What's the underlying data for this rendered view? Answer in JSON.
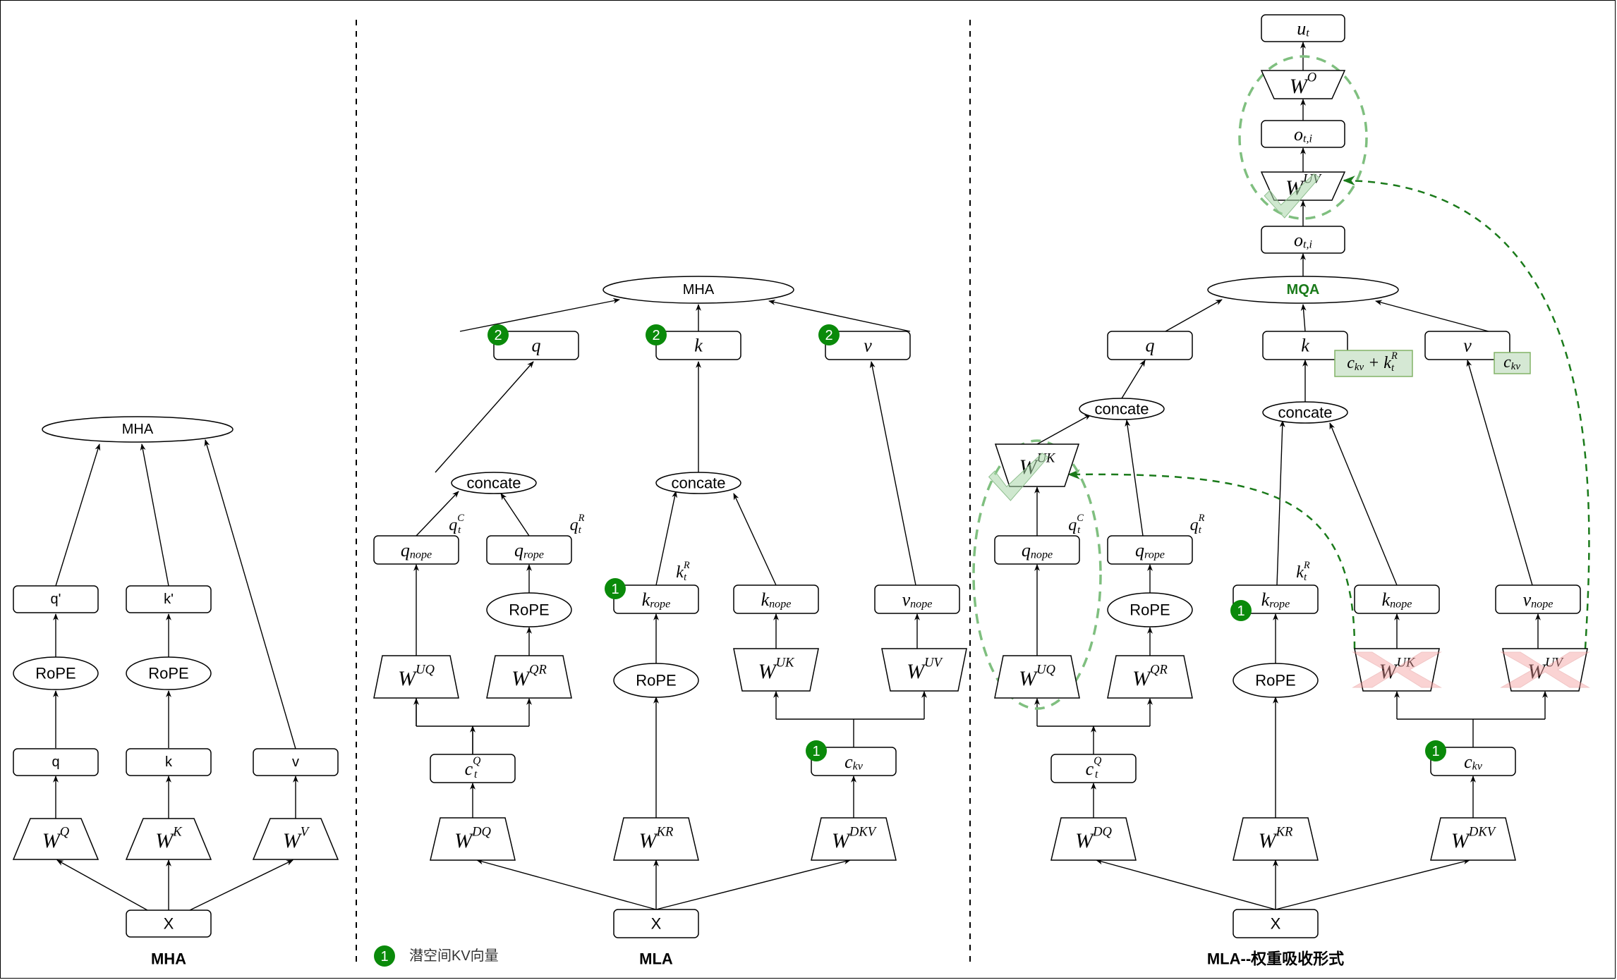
{
  "panels": {
    "mha": {
      "title": "MHA",
      "nodes": {
        "mha": "MHA",
        "q_prime": "q'",
        "k_prime": "k'",
        "rope_q": "RoPE",
        "rope_k": "RoPE",
        "q": "q",
        "k": "k",
        "v": "v",
        "wq": {
          "base": "W",
          "sup": "Q"
        },
        "wk": {
          "base": "W",
          "sup": "K"
        },
        "wv": {
          "base": "W",
          "sup": "V"
        },
        "x": "X"
      }
    },
    "mla": {
      "title": "MLA",
      "nodes": {
        "mha": "MHA",
        "q": "q",
        "k": "k",
        "v": "v",
        "concat_q": "concate",
        "concat_k": "concate",
        "q_nope": {
          "base": "q",
          "sub": "nope"
        },
        "q_rope": {
          "base": "q",
          "sub": "rope"
        },
        "k_rope": {
          "base": "k",
          "sub": "rope"
        },
        "k_nope": {
          "base": "k",
          "sub": "nope"
        },
        "v_nope": {
          "base": "v",
          "sub": "nope"
        },
        "rope_q": "RoPE",
        "rope_k": "RoPE",
        "w_uq": {
          "base": "W",
          "sup": "UQ"
        },
        "w_qr": {
          "base": "W",
          "sup": "QR"
        },
        "w_uk": {
          "base": "W",
          "sup": "UK"
        },
        "w_uv": {
          "base": "W",
          "sup": "UV"
        },
        "c_q": {
          "base": "c",
          "sub": "t",
          "sup": "Q"
        },
        "c_kv": {
          "base": "c",
          "sub": "kv"
        },
        "w_dq": {
          "base": "W",
          "sup": "DQ"
        },
        "w_kr": {
          "base": "W",
          "sup": "KR"
        },
        "w_dkv": {
          "base": "W",
          "sup": "DKV"
        },
        "x": "X"
      },
      "annotations": {
        "q_c": {
          "base": "q",
          "sub": "t",
          "sup": "C"
        },
        "q_r": {
          "base": "q",
          "sub": "t",
          "sup": "R"
        },
        "k_r": {
          "base": "k",
          "sub": "t",
          "sup": "R"
        }
      },
      "badges": {
        "q": "2",
        "k": "2",
        "v": "2",
        "k_rope": "1",
        "c_kv": "1"
      },
      "legend": {
        "badge": "1",
        "text": "潜空间KV向量"
      }
    },
    "mla_absorb": {
      "title": "MLA--权重吸收形式",
      "nodes": {
        "u_t": {
          "base": "u",
          "sub": "t"
        },
        "w_o": {
          "base": "W",
          "sup": "O"
        },
        "o_ti_top": {
          "base": "o",
          "sub": "t,i"
        },
        "w_uv_top": {
          "base": "W",
          "sup": "UV"
        },
        "o_ti": {
          "base": "o",
          "sub": "t,i"
        },
        "mqa": "MQA",
        "q": "q",
        "k": "k",
        "v": "v",
        "concat_q": "concate",
        "concat_k": "concate",
        "w_uk_absorbed": {
          "base": "W",
          "sup": "UK"
        },
        "q_nope": {
          "base": "q",
          "sub": "nope"
        },
        "q_rope": {
          "base": "q",
          "sub": "rope"
        },
        "k_rope": {
          "base": "k",
          "sub": "rope"
        },
        "k_nope": {
          "base": "k",
          "sub": "nope"
        },
        "v_nope": {
          "base": "v",
          "sub": "nope"
        },
        "rope_q": "RoPE",
        "rope_k": "RoPE",
        "w_uq": {
          "base": "W",
          "sup": "UQ"
        },
        "w_qr": {
          "base": "W",
          "sup": "QR"
        },
        "w_uk_removed": {
          "base": "W",
          "sup": "UK"
        },
        "w_uv_removed": {
          "base": "W",
          "sup": "UV"
        },
        "c_q": {
          "base": "c",
          "sub": "t",
          "sup": "Q"
        },
        "c_kv": {
          "base": "c",
          "sub": "kv"
        },
        "w_dq": {
          "base": "W",
          "sup": "DQ"
        },
        "w_kr": {
          "base": "W",
          "sup": "KR"
        },
        "w_dkv": {
          "base": "W",
          "sup": "DKV"
        },
        "x": "X"
      },
      "annotations": {
        "q_c": {
          "base": "q",
          "sub": "t",
          "sup": "C"
        },
        "q_r": {
          "base": "q",
          "sub": "t",
          "sup": "R"
        },
        "k_r": {
          "base": "k",
          "sub": "t",
          "sup": "R"
        },
        "k_cache": {
          "base": "c",
          "sub": "kv",
          "plus": "+ k",
          "sub2": "t",
          "sup2": "R"
        },
        "v_cache": {
          "base": "c",
          "sub": "kv"
        }
      },
      "badges": {
        "k_rope": "1",
        "c_kv": "1"
      }
    }
  },
  "colors": {
    "badge": "#0a8a0a",
    "absorb_arrow": "#1a7a1a",
    "absorb_circle": "#7fbf7f",
    "cache_fill": "#d5e8d4",
    "cache_stroke": "#82b366",
    "remove_cross": "#f4b6b6",
    "mqa_text": "#1a7a1a"
  }
}
